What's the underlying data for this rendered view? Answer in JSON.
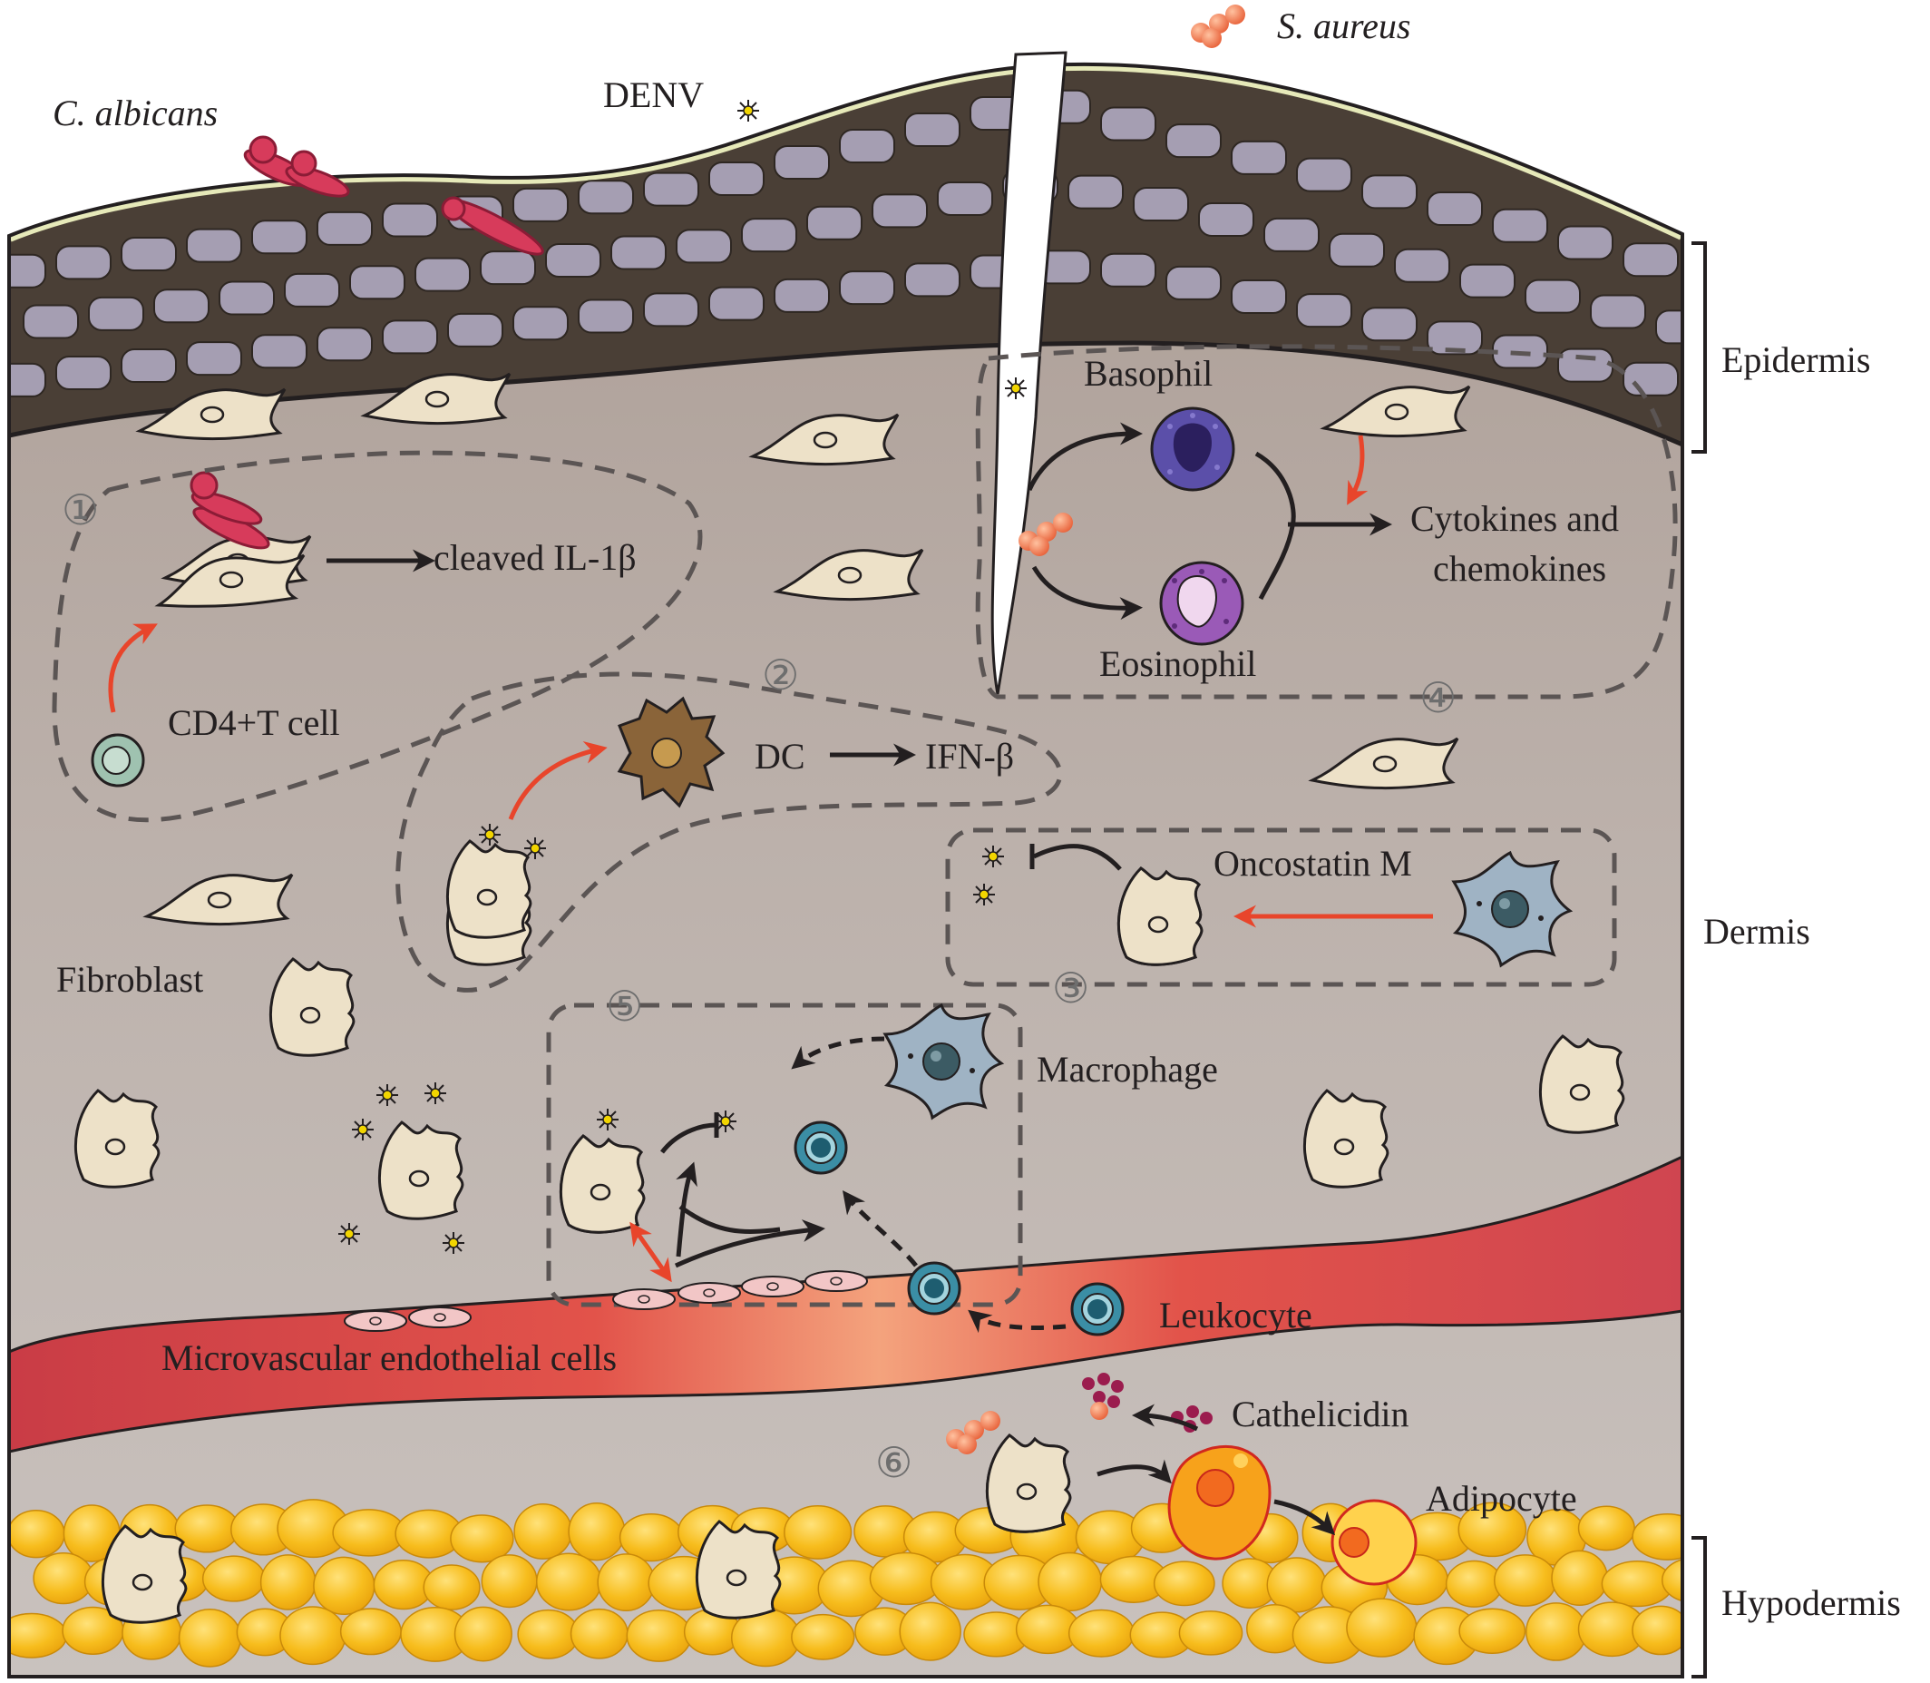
{
  "organisms": {
    "c_albicans": "C. albicans",
    "denv": "DENV",
    "s_aureus": "S. aureus"
  },
  "layers": {
    "epidermis": "Epidermis",
    "dermis": "Dermis",
    "hypodermis": "Hypodermis"
  },
  "cells": {
    "basophil": "Basophil",
    "eosinophil": "Eosinophil",
    "cd4_t_cell": "CD4+T cell",
    "dc": "DC",
    "fibroblast": "Fibroblast",
    "macrophage": "Macrophage",
    "leukocyte": "Leukocyte",
    "endothelial": "Microvascular endothelial cells",
    "adipocyte": "Adipocyte"
  },
  "molecules": {
    "cleaved_il1b": "cleaved IL-1β",
    "cytokines_line1": "Cytokines and",
    "cytokines_line2": "chemokines",
    "ifn_b": "IFN-β",
    "oncostatin_m": "Oncostatin M",
    "cathelicidin": "Cathelicidin"
  },
  "mechanism_numbers": [
    "①",
    "②",
    "③",
    "④",
    "⑤",
    "⑥"
  ],
  "colors": {
    "stratum_corneum": "#e6e9b9",
    "keratinocyte": "#a59eb2",
    "dark_tissue": "#4a3f36",
    "dermis": "#b6aaa4",
    "cell_body": "#ede1c8",
    "blood_vessel": "#d2464f",
    "fat": "#f5b81a",
    "bacteria": "#ee7f4f",
    "candida": "#d73b5b",
    "arrow_red": "#e8452b",
    "arrow_black": "#231f20",
    "basophil": "#5b4fa9",
    "eosinophil": "#9a5ab7",
    "dc": "#8a6439",
    "macrophage": "#9fb3c4",
    "leukocyte": "#3b8ea5",
    "t_cell": "#9fc2b0",
    "virus": "#f2d500",
    "dashed_box": "#5b5554"
  }
}
